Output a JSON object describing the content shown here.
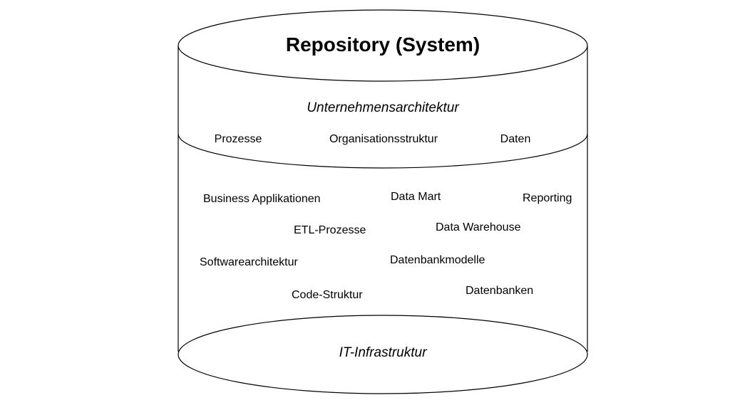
{
  "diagram": {
    "title": "Repository (System)",
    "layers": {
      "enterprise": {
        "name": "Unternehmensarchitektur",
        "items": [
          "Prozesse",
          "Organisationsstruktur",
          "Daten"
        ]
      },
      "applications": {
        "items": [
          "Business Applikationen",
          "Data Mart",
          "Reporting",
          "ETL-Prozesse",
          "Data Warehouse",
          "Softwarearchitektur",
          "Datenbankmodelle",
          "Code-Struktur",
          "Datenbanken"
        ]
      },
      "infrastructure": {
        "name": "IT-Infrastruktur"
      }
    },
    "colors": {
      "stroke": "#000000",
      "fill": "#ffffff"
    }
  }
}
